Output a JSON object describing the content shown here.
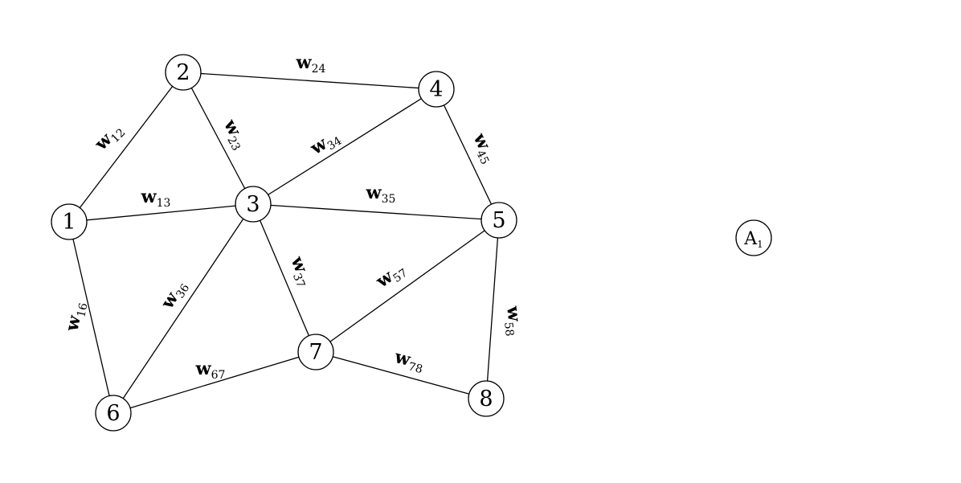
{
  "nodes": [
    {
      "id": "1",
      "label": "1"
    },
    {
      "id": "2",
      "label": "2"
    },
    {
      "id": "3",
      "label": "3"
    },
    {
      "id": "4",
      "label": "4"
    },
    {
      "id": "5",
      "label": "5"
    },
    {
      "id": "6",
      "label": "6"
    },
    {
      "id": "7",
      "label": "7"
    },
    {
      "id": "8",
      "label": "8"
    }
  ],
  "edges": [
    {
      "from": "1",
      "to": "2",
      "weight": {
        "symbol": "w",
        "subscript": "12"
      }
    },
    {
      "from": "1",
      "to": "3",
      "weight": {
        "symbol": "w",
        "subscript": "13"
      }
    },
    {
      "from": "1",
      "to": "6",
      "weight": {
        "symbol": "w",
        "subscript": "16"
      }
    },
    {
      "from": "2",
      "to": "3",
      "weight": {
        "symbol": "w",
        "subscript": "23"
      }
    },
    {
      "from": "2",
      "to": "4",
      "weight": {
        "symbol": "w",
        "subscript": "24"
      }
    },
    {
      "from": "3",
      "to": "4",
      "weight": {
        "symbol": "w",
        "subscript": "34"
      }
    },
    {
      "from": "3",
      "to": "5",
      "weight": {
        "symbol": "w",
        "subscript": "35"
      }
    },
    {
      "from": "3",
      "to": "6",
      "weight": {
        "symbol": "w",
        "subscript": "36"
      }
    },
    {
      "from": "3",
      "to": "7",
      "weight": {
        "symbol": "w",
        "subscript": "37"
      }
    },
    {
      "from": "4",
      "to": "5",
      "weight": {
        "symbol": "w",
        "subscript": "45"
      }
    },
    {
      "from": "5",
      "to": "7",
      "weight": {
        "symbol": "w",
        "subscript": "57"
      }
    },
    {
      "from": "5",
      "to": "8",
      "weight": {
        "symbol": "w",
        "subscript": "58"
      }
    },
    {
      "from": "6",
      "to": "7",
      "weight": {
        "symbol": "w",
        "subscript": "67"
      }
    },
    {
      "from": "7",
      "to": "8",
      "weight": {
        "symbol": "w",
        "subscript": "78"
      }
    }
  ],
  "annotation": {
    "main": "A",
    "subscript": "1"
  },
  "colors": {
    "stroke": "#000000",
    "fill": "#ffffff",
    "text": "#000000"
  }
}
